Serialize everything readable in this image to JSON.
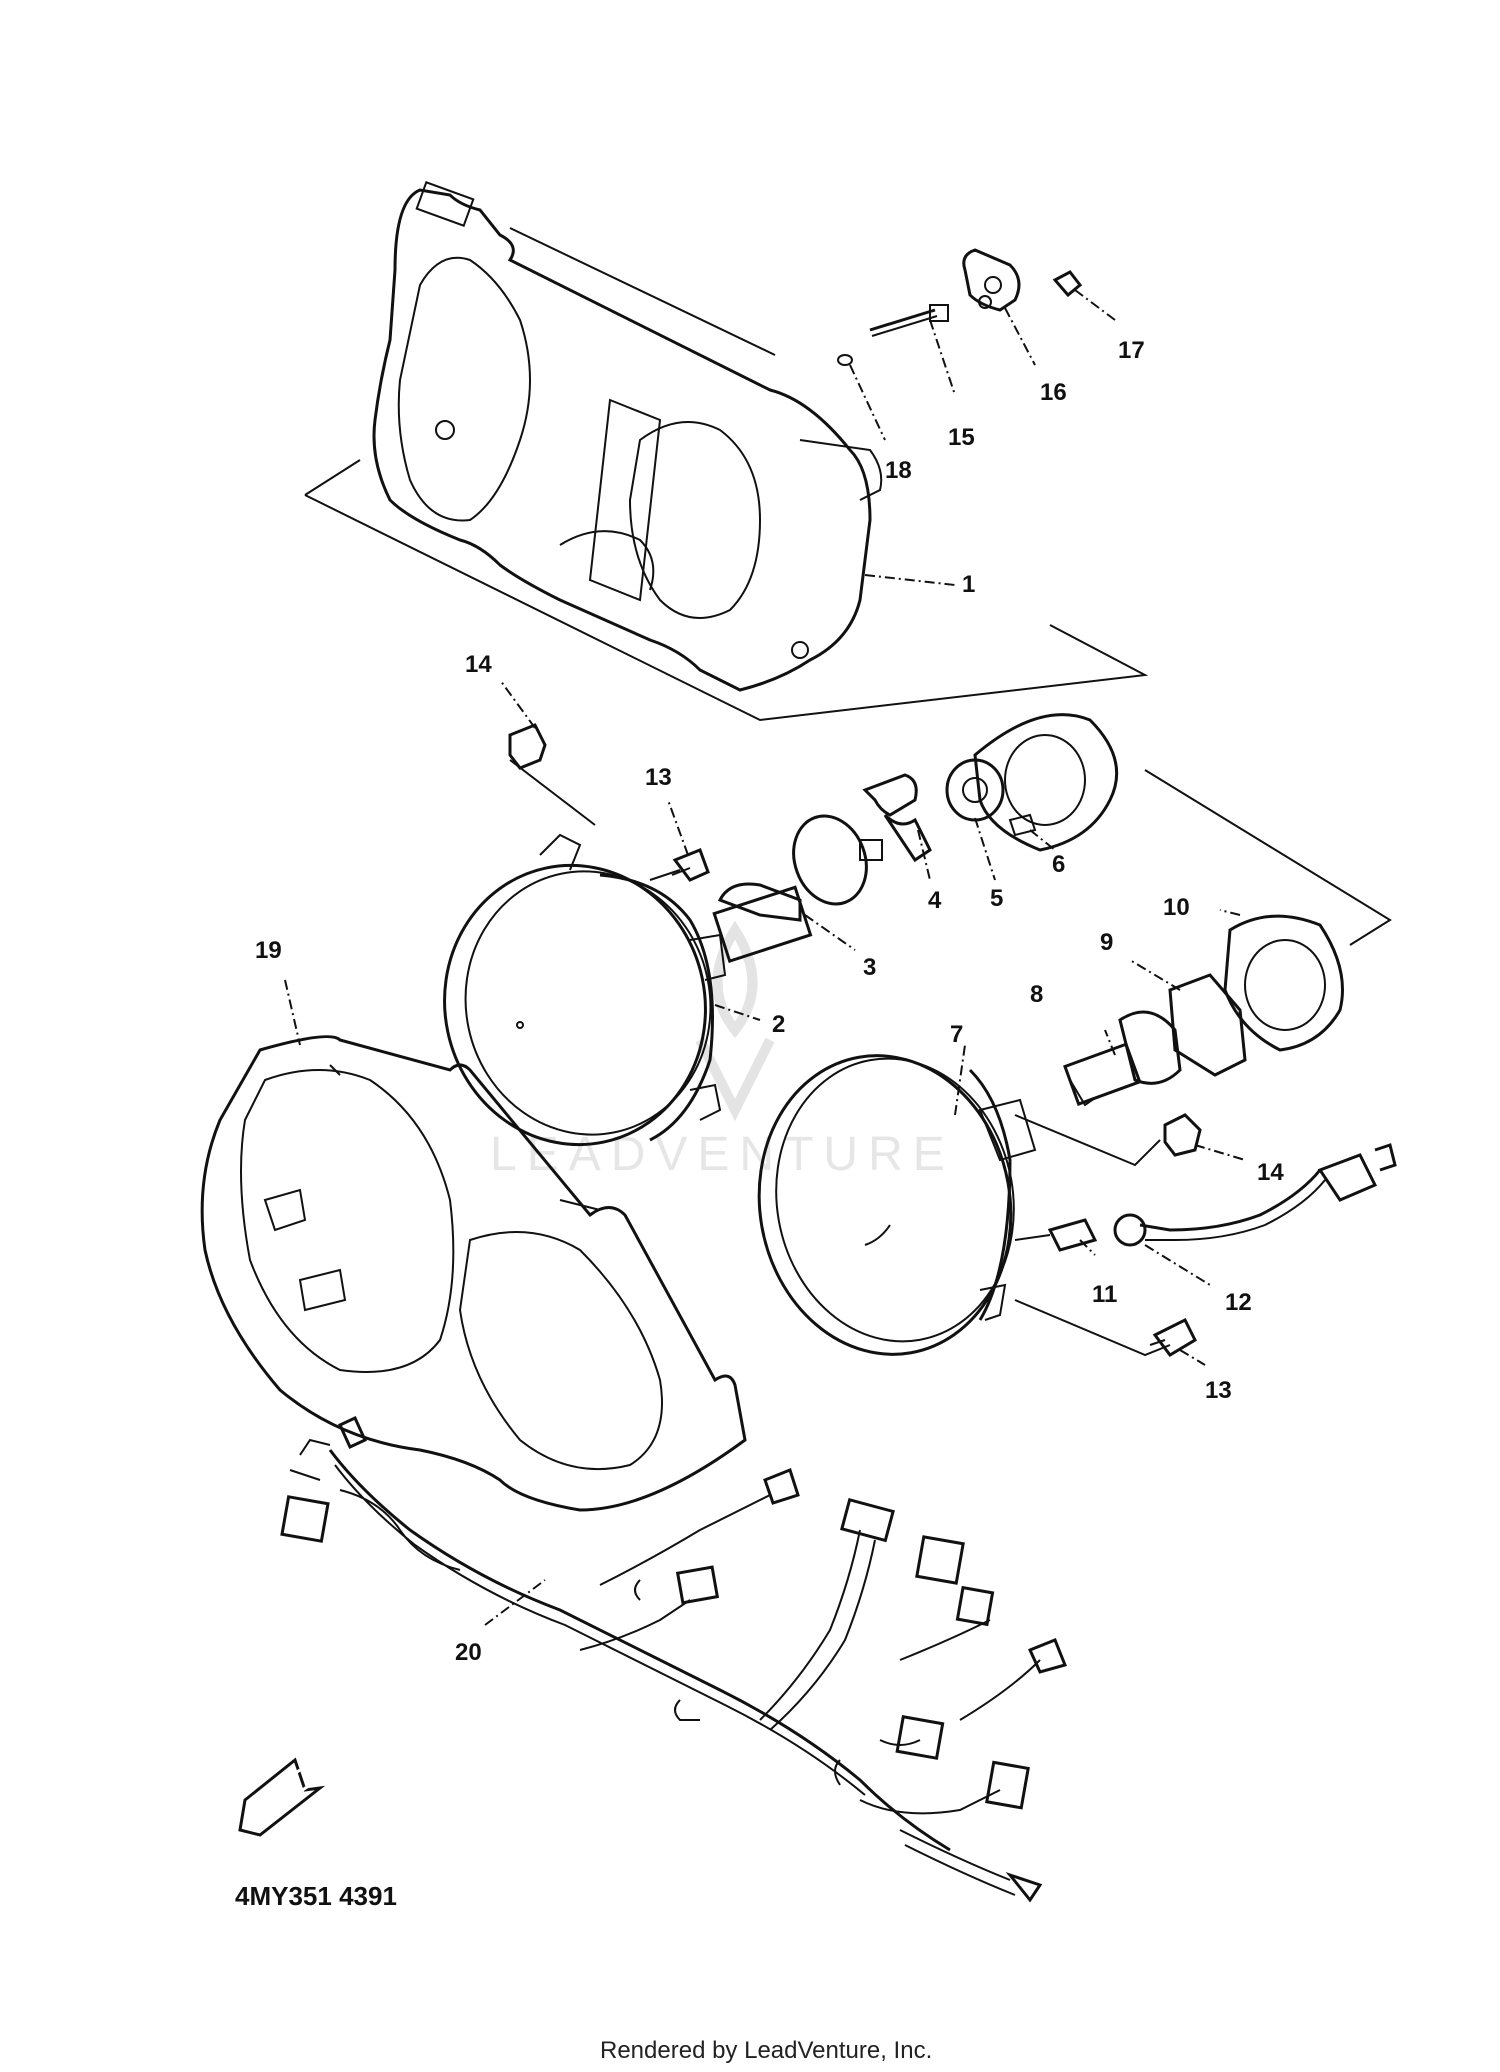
{
  "diagram": {
    "code": "4MY351 4391",
    "footer": "Rendered by LeadVenture, Inc.",
    "watermark_text": "LEADVENTURE",
    "callouts": [
      {
        "id": "c1",
        "label": "1"
      },
      {
        "id": "c2",
        "label": "2"
      },
      {
        "id": "c3",
        "label": "3"
      },
      {
        "id": "c4",
        "label": "4"
      },
      {
        "id": "c5",
        "label": "5"
      },
      {
        "id": "c6",
        "label": "6"
      },
      {
        "id": "c7",
        "label": "7"
      },
      {
        "id": "c8",
        "label": "8"
      },
      {
        "id": "c9",
        "label": "9"
      },
      {
        "id": "c10",
        "label": "10"
      },
      {
        "id": "c11",
        "label": "11"
      },
      {
        "id": "c12",
        "label": "12"
      },
      {
        "id": "c13a",
        "label": "13"
      },
      {
        "id": "c13b",
        "label": "13"
      },
      {
        "id": "c14a",
        "label": "14"
      },
      {
        "id": "c14b",
        "label": "14"
      },
      {
        "id": "c15",
        "label": "15"
      },
      {
        "id": "c16",
        "label": "16"
      },
      {
        "id": "c17",
        "label": "17"
      },
      {
        "id": "c18",
        "label": "18"
      },
      {
        "id": "c19",
        "label": "19"
      },
      {
        "id": "c20",
        "label": "20"
      }
    ]
  }
}
